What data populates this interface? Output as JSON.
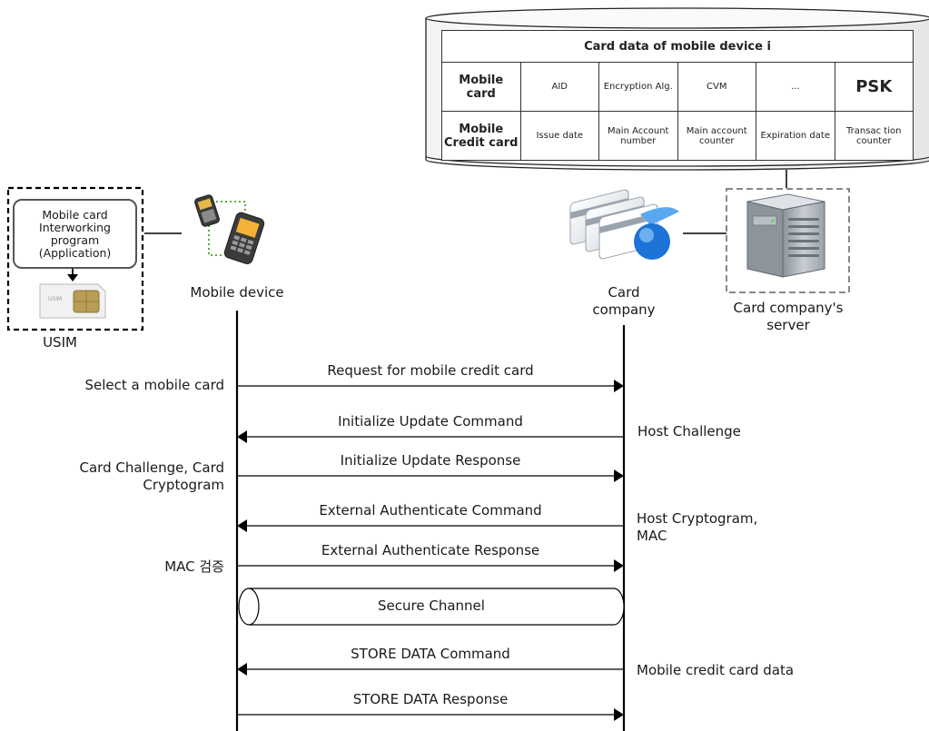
{
  "database": {
    "title": "Card data of mobile device i",
    "rows": [
      {
        "header": "Mobile card",
        "cells": [
          "AID",
          "Encryption Alg.",
          "CVM",
          "...",
          "PSK"
        ]
      },
      {
        "header": "Mobile Credit card",
        "cells": [
          "Issue date",
          "Main Account number",
          "Main account counter",
          "Expiration date",
          "Transac tion counter"
        ]
      }
    ]
  },
  "usim": {
    "program_label": "Mobile card Interworking program (Application)",
    "label": "USIM"
  },
  "mobile_device": {
    "label": "Mobile device"
  },
  "card_company": {
    "label": "Card company"
  },
  "server": {
    "label": "Card company's server"
  },
  "messages": [
    {
      "text": "Request for mobile credit card",
      "direction": "right",
      "left_note": "Select a mobile card",
      "right_note": ""
    },
    {
      "text": "Initialize Update Command",
      "direction": "left",
      "left_note": "",
      "right_note": "Host Challenge"
    },
    {
      "text": "Initialize Update Response",
      "direction": "right",
      "left_note": "Card Challenge, Card Cryptogram",
      "right_note": ""
    },
    {
      "text": "External Authenticate Command",
      "direction": "left",
      "left_note": "",
      "right_note": "Host Cryptogram, MAC"
    },
    {
      "text": "External Authenticate Response",
      "direction": "right",
      "left_note": "MAC 검증",
      "right_note": ""
    },
    {
      "text": "STORE DATA Command",
      "direction": "left",
      "left_note": "",
      "right_note": "Mobile credit card data"
    },
    {
      "text": "STORE DATA Response",
      "direction": "right",
      "left_note": "",
      "right_note": ""
    }
  ],
  "secure_channel": {
    "label": "Secure Channel"
  },
  "icons": [
    "mobile-phones-icon",
    "credit-cards-icon",
    "server-tower-icon",
    "sim-card-icon",
    "database-cylinder-icon"
  ],
  "colors": {
    "line": "#000000",
    "dashed_border": "#888888",
    "dotted_link": "#5cab3a",
    "card_blue": "#1e73d6"
  }
}
